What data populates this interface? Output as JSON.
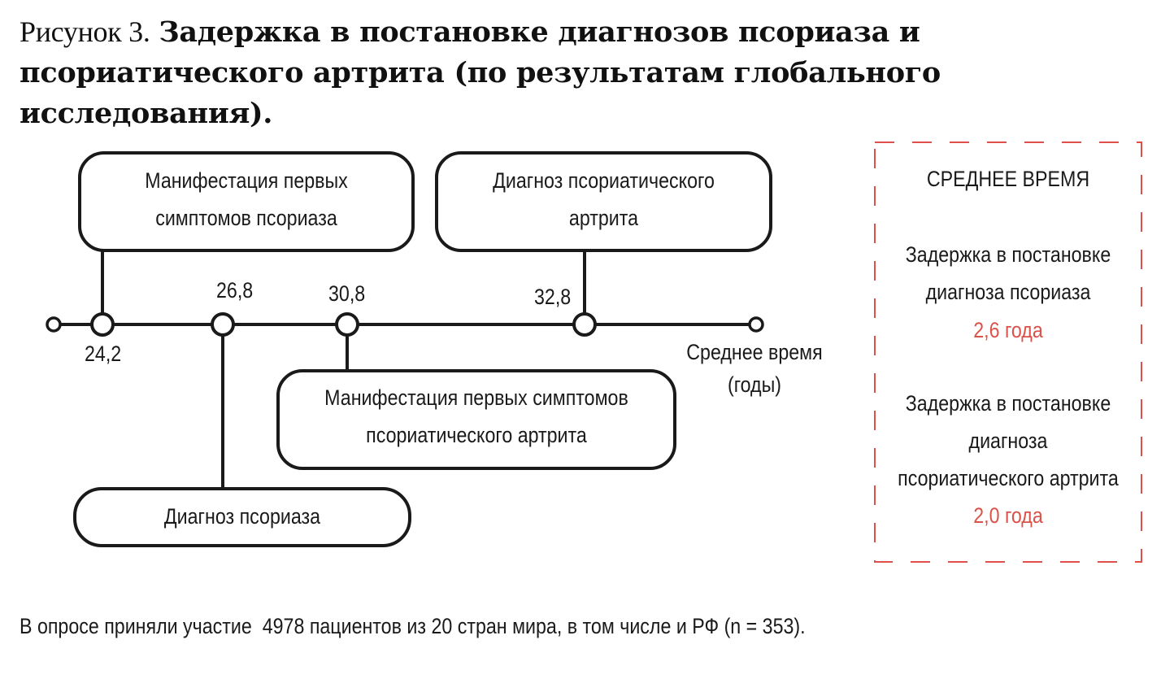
{
  "figure": {
    "title_prefix": "Рисунок 3.",
    "title_line1": "Задержка в постановке диагнозов псориаза и",
    "title_line2": "псориатического артрита (по результатам глобального исследования)."
  },
  "timeline": {
    "points": [
      {
        "value": "24,2",
        "box_line1": "Манифестация первых",
        "box_line2": "симптомов псориаза"
      },
      {
        "value": "26,8",
        "box_line1": "Диагноз псориаза",
        "box_line2": ""
      },
      {
        "value": "30,8",
        "box_line1": "Манифестация первых симптомов",
        "box_line2": "псориатического артрита"
      },
      {
        "value": "32,8",
        "box_line1": "Диагноз псориатического",
        "box_line2": "артрита"
      }
    ],
    "axis_label_line1": "Среднее время",
    "axis_label_line2": "(годы)"
  },
  "side_panel": {
    "heading": "СРЕДНЕЕ ВРЕМЯ",
    "item1_line1": "Задержка в постановке",
    "item1_line2": "диагноза псориаза",
    "item1_value": "2,6 года",
    "item2_line1": "Задержка в постановке",
    "item2_line2": "диагноза",
    "item2_line3": "псориатического артрита",
    "item2_value": "2,0 года"
  },
  "footnote": "В опросе приняли участие  4978 пациентов из 20 стран мира, в том числе и РФ (n = 353).",
  "colors": {
    "line": "#1a1a1a",
    "accent": "#d9534a",
    "dash_border": "#e0504a"
  }
}
